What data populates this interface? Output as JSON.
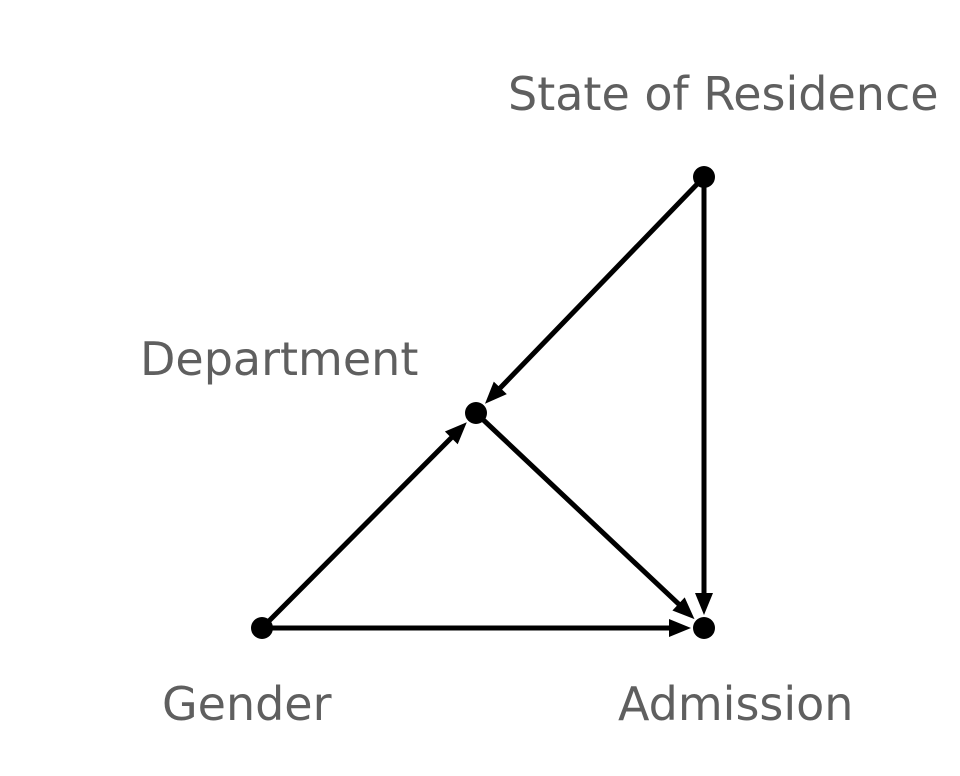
{
  "nodes": [
    {
      "id": "state",
      "label": "State of Residence"
    },
    {
      "id": "department",
      "label": "Department"
    },
    {
      "id": "gender",
      "label": "Gender"
    },
    {
      "id": "admission",
      "label": "Admission"
    }
  ],
  "edges": [
    {
      "from": "state",
      "to": "department"
    },
    {
      "from": "state",
      "to": "admission"
    },
    {
      "from": "gender",
      "to": "department"
    },
    {
      "from": "department",
      "to": "admission"
    },
    {
      "from": "gender",
      "to": "admission"
    }
  ],
  "colors": {
    "label": "#5f5f5f",
    "edge": "#000000",
    "node": "#000000"
  }
}
